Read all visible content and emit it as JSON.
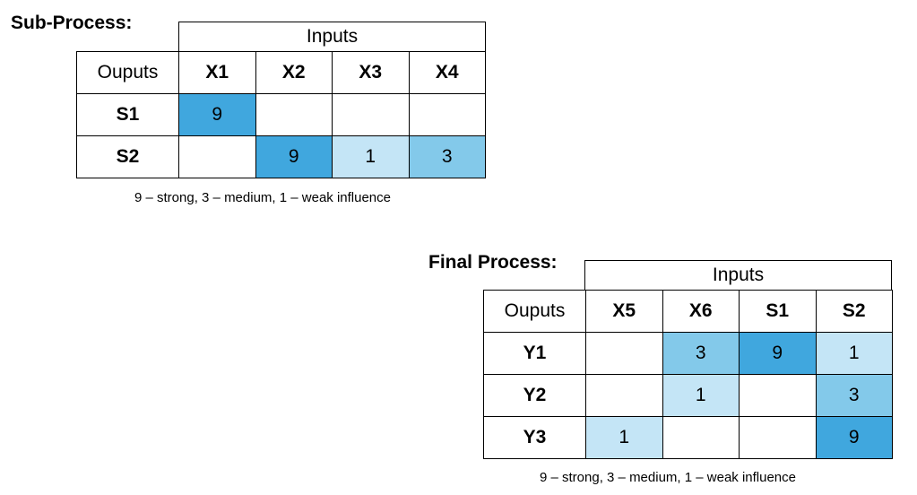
{
  "colors": {
    "strong": "#40a7de",
    "medium": "#83c9ea",
    "weak": "#c4e5f6",
    "none": "#ffffff"
  },
  "blocks": [
    {
      "title": "Sub-Process:",
      "inputs_label": "Inputs",
      "corner_label": "Ouputs",
      "columns": [
        "X1",
        "X2",
        "X3",
        "X4"
      ],
      "rows": [
        {
          "label": "S1",
          "cells": [
            "9",
            "",
            "",
            ""
          ]
        },
        {
          "label": "S2",
          "cells": [
            "",
            "9",
            "1",
            "3"
          ]
        }
      ],
      "legend": "9 – strong, 3 – medium, 1 – weak influence"
    },
    {
      "title": "Final Process:",
      "inputs_label": "Inputs",
      "corner_label": "Ouputs",
      "columns": [
        "X5",
        "X6",
        "S1",
        "S2"
      ],
      "rows": [
        {
          "label": "Y1",
          "cells": [
            "",
            "3",
            "9",
            "1"
          ]
        },
        {
          "label": "Y2",
          "cells": [
            "",
            "1",
            "",
            "3"
          ]
        },
        {
          "label": "Y3",
          "cells": [
            "1",
            "",
            "",
            "9"
          ]
        }
      ],
      "legend": "9 – strong, 3 – medium, 1 – weak influence"
    }
  ]
}
